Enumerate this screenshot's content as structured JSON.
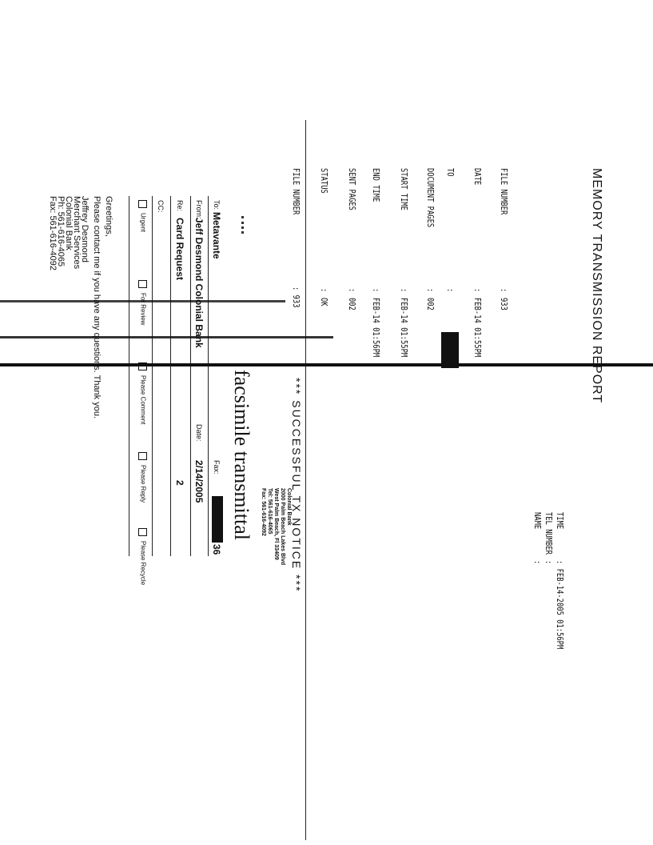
{
  "report": {
    "title": "MEMORY TRANSMISSION REPORT",
    "header": [
      {
        "label": "TIME",
        "value": ": FEB-14-2005 01:56PM"
      },
      {
        "label": "TEL NUMBER",
        "value": ":"
      },
      {
        "label": "NAME",
        "value": ":"
      }
    ],
    "rows": [
      {
        "label": "FILE NUMBER",
        "value": "933"
      },
      {
        "label": "DATE",
        "value": "FEB-14 01:55PM"
      },
      {
        "label": "TO",
        "value": ""
      },
      {
        "label": "DOCUMENT PAGES",
        "value": "002"
      },
      {
        "label": "START TIME",
        "value": "FEB-14 01:55PM"
      },
      {
        "label": "END TIME",
        "value": "FEB-14 01:56PM"
      },
      {
        "label": "SENT PAGES",
        "value": "002"
      },
      {
        "label": "STATUS",
        "value": "OK"
      }
    ],
    "footer_label": "FILE NUMBER",
    "footer_value": ": 933",
    "notice": "*** SUCCESSFUL TX NOTICE ***"
  },
  "fax": {
    "title": "facsimile transmittal",
    "sender_address": [
      "Colonial Bank",
      "2000 Palm Beach Lakes Blvd",
      "West Palm Beach, Fl 33409",
      "Tel: 561-616-4065",
      "Fax: 561-616-4092"
    ],
    "to_label": "To:",
    "to_value": "Metavante",
    "fax_label": "Fax:",
    "fax_value_suffix": "36",
    "from_label": "From:",
    "from_value": "Jeff Desmond Colonial Bank",
    "date_label": "Date:",
    "date_value": "2/14/2005",
    "re_label": "Re:",
    "re_value": "Card Request",
    "pages_value": "2",
    "cc_label": "CC:",
    "checkboxes": [
      "Urgent",
      "For Review",
      "Please Comment",
      "Please Reply",
      "Please Recycle"
    ],
    "greeting": "Greetings,",
    "body": "Please contact me if you have any questions.  Thank you.",
    "signature": [
      "Jeffrey Desmond",
      "Merchant Services",
      "Colonial Bank",
      "Ph: 561-616-4065",
      "Fax: 561-616-4092"
    ]
  }
}
